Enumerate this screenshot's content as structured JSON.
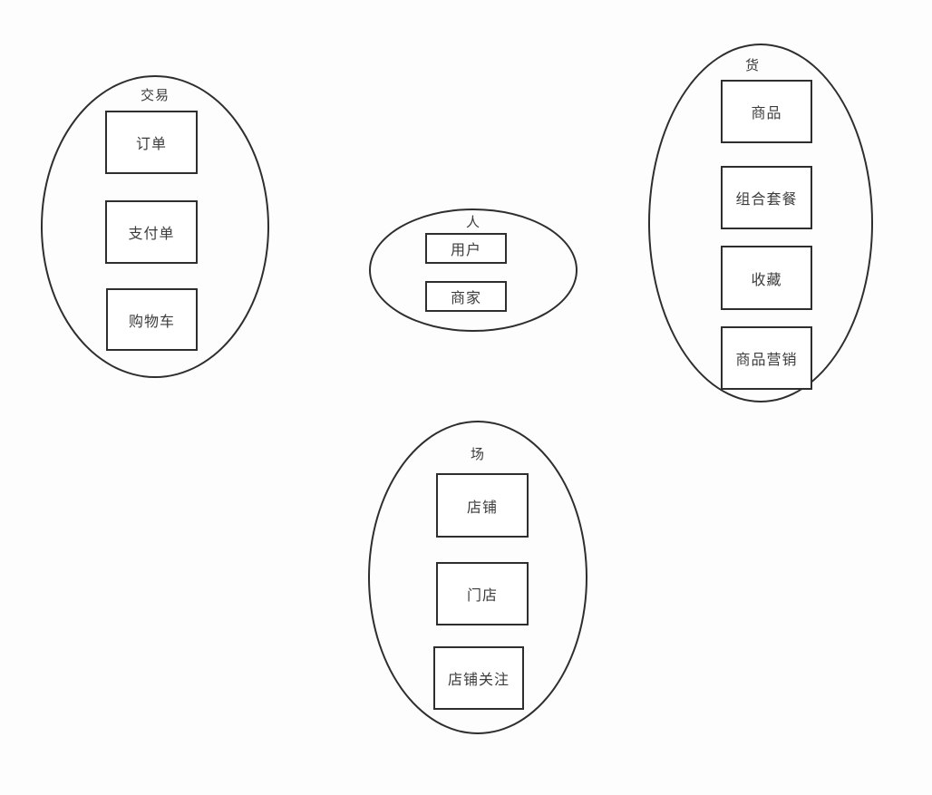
{
  "diagram": {
    "type": "grouped-entity-diagram",
    "background_color": "#fdfdfd",
    "stroke_color": "#2e2e2e",
    "text_color": "#3c3c3c",
    "groups": [
      {
        "id": "trade",
        "label": "交易",
        "items": [
          {
            "label": "订单"
          },
          {
            "label": "支付单"
          },
          {
            "label": "购物车"
          }
        ]
      },
      {
        "id": "person",
        "label": "人",
        "items": [
          {
            "label": "用户"
          },
          {
            "label": "商家"
          }
        ]
      },
      {
        "id": "goods",
        "label": "货",
        "items": [
          {
            "label": "商品"
          },
          {
            "label": "组合套餐"
          },
          {
            "label": "收藏"
          },
          {
            "label": "商品营销"
          }
        ]
      },
      {
        "id": "scene",
        "label": "场",
        "items": [
          {
            "label": "店铺"
          },
          {
            "label": "门店"
          },
          {
            "label": "店铺关注"
          }
        ]
      }
    ]
  }
}
